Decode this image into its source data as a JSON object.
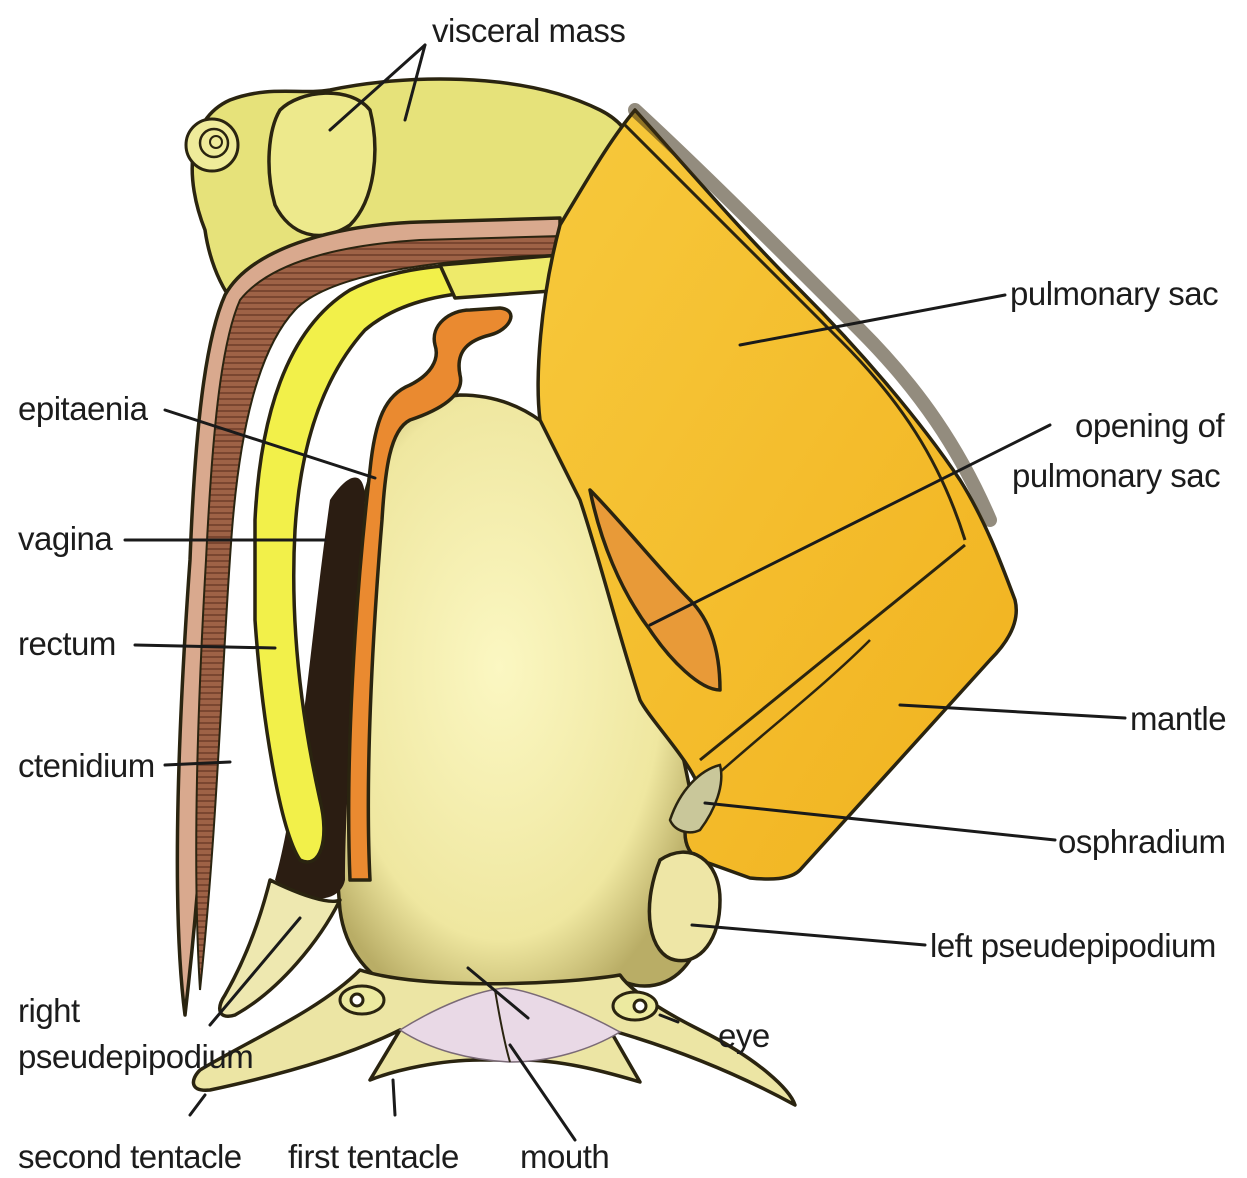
{
  "labels": {
    "visceral_mass": "visceral mass",
    "pulmonary_sac": "pulmonary sac",
    "opening_line1": "opening of",
    "opening_line2": "pulmonary sac",
    "epitaenia": "epitaenia",
    "vagina": "vagina",
    "rectum": "rectum",
    "ctenidium": "ctenidium",
    "mantle": "mantle",
    "osphradium": "osphradium",
    "left_pseudepipodium": "left pseudepipodium",
    "right_line1": "right",
    "right_line2": "pseudepipodium",
    "eye": "eye",
    "second_tentacle": "second tentacle",
    "first_tentacle": "first tentacle",
    "mouth": "mouth"
  },
  "colors": {
    "visceral": "#e8e47a",
    "body": "#f6f0a8",
    "mantle": "#f5c030",
    "mantle_dark": "#e8a820",
    "ctenidium": "#a8684a",
    "rectum": "#f2f04a",
    "epitaenia": "#e88a30",
    "outline": "#2a2410",
    "dark_cavity": "#2b1d12"
  }
}
